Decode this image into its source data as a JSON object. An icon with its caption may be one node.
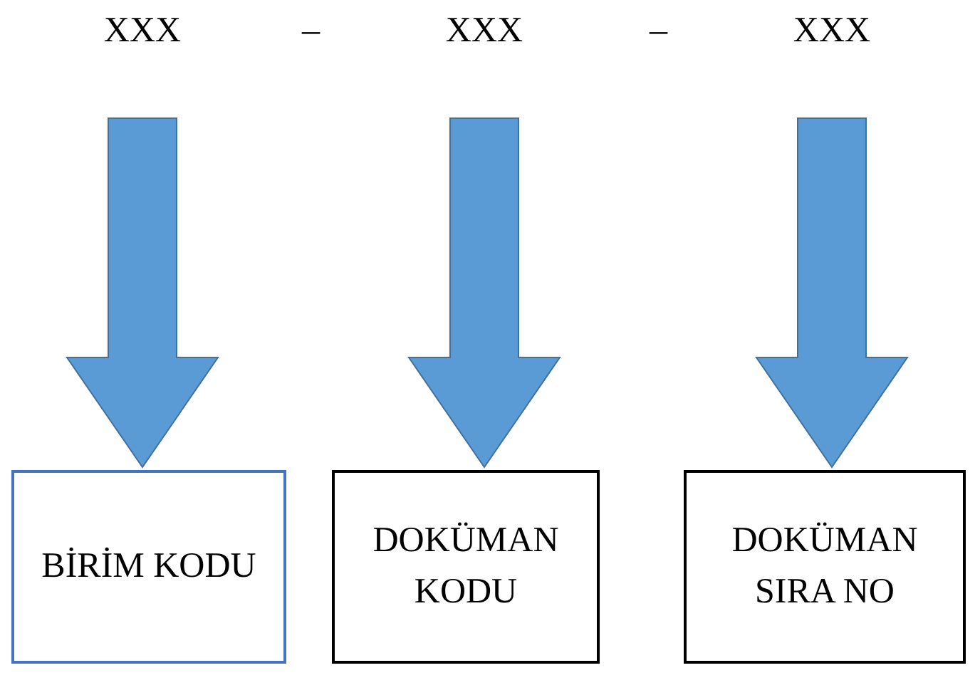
{
  "diagram": {
    "nodes": [
      {
        "text": [
          "XXX"
        ]
      },
      {
        "text": [
          "XXX"
        ]
      },
      {
        "text": [
          "XXX"
        ]
      },
      {
        "text": [
          "BİRİM KODU"
        ]
      },
      {
        "text": [
          "DOKÜMAN KODU"
        ]
      },
      {
        "text": [
          "DOKÜMAN SIRA NO"
        ]
      }
    ],
    "edges": [
      {
        "from": 0,
        "to": 3,
        "arrow": "to",
        "style": "thick",
        "color": "#5b9bd5"
      },
      {
        "from": 1,
        "to": 4,
        "arrow": "to",
        "style": "thick",
        "color": "#5b9bd5"
      },
      {
        "from": 2,
        "to": 5,
        "arrow": "to",
        "style": "thick",
        "color": "#5b9bd5"
      }
    ],
    "labels": [
      "–",
      "–"
    ]
  }
}
